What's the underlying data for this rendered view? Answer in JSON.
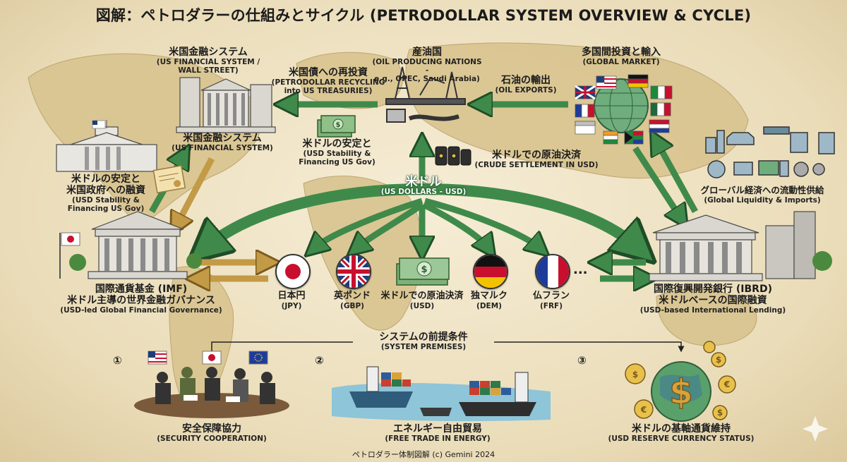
{
  "title": "図解：ペトロダラーの仕組みとサイクル (PETRODOLLAR SYSTEM OVERVIEW & CYCLE)",
  "nodes": {
    "us_fin_top": {
      "jp": "米国金融システム",
      "en1": "(US FINANCIAL SYSTEM /",
      "en2": "WALL STREET)"
    },
    "recycling": {
      "jp": "米国債への再投資",
      "en1": "(PETRODOLLAR RECYCLING",
      "en2": "into US TREASURIES)"
    },
    "producers": {
      "jp": "産油国",
      "en1": "(OIL PRODUCING NATIONS -",
      "en2": "e.g., OPEC, Saudi Arabia)"
    },
    "exports": {
      "jp": "石油の輸出",
      "en1": "(OIL EXPORTS)"
    },
    "global": {
      "jp": "多国間投資と輸入",
      "en1": "(GLOBAL MARKET)"
    },
    "us_fin_mid": {
      "jp": "米国金融システム",
      "en1": "(US FINANCIAL SYSTEM)"
    },
    "stability_mid": {
      "jp": "米ドルの安定と",
      "en1": "(USD Stability &",
      "en2": "Financing US Gov)"
    },
    "settlement": {
      "jp": "米ドルでの原油決済",
      "en1": "(CRUDE SETTLEMENT IN USD)"
    },
    "stability_left": {
      "jp1": "米ドルの安定と",
      "jp2": "米国政府への融資",
      "en1": "(USD Stability &",
      "en2": "Financing US Gov)"
    },
    "usd": {
      "jp": "米ドル",
      "en1": "(US DOLLARS - USD)"
    },
    "liquidity": {
      "jp": "グローバル経済への流動性供給",
      "en1": "(Global Liquidity & Imports)"
    },
    "imf": {
      "jp1": "国際通貨基金 (IMF)",
      "jp2": "米ドル主導の世界金融ガバナンス",
      "en1": "(USD-led Global Financial Governance)"
    },
    "ibrd": {
      "jp1": "国際復興開発銀行 (IBRD)",
      "jp2": "米ドルベースの国際融資",
      "en1": "(USD-based International Lending)"
    }
  },
  "currencies": [
    {
      "jp": "日本円",
      "en": "(JPY)"
    },
    {
      "jp": "英ポンド",
      "en": "(GBP)"
    },
    {
      "jp": "米ドルでの原油決済",
      "en": "(USD)"
    },
    {
      "jp": "独マルク",
      "en": "(DEM)"
    },
    {
      "jp": "仏フラン",
      "en": "(FRF)"
    }
  ],
  "ellipsis": "...",
  "premises": {
    "jp": "システムの前提条件",
    "en": "(SYSTEM PREMISES)",
    "items": [
      {
        "num": "①",
        "jp": "安全保障協力",
        "en": "(SECURITY COOPERATION)"
      },
      {
        "num": "②",
        "jp": "エネルギー自由貿易",
        "en": "(FREE TRADE IN ENERGY)"
      },
      {
        "num": "③",
        "jp": "米ドルの基軸通貨維持",
        "en": "(USD RESERVE CURRENCY STATUS)"
      }
    ]
  },
  "footer": "ペトロダラー体制図解 (c) Gemini 2024",
  "colors": {
    "arrow_green": "#3f8a4a",
    "arrow_gold": "#b8903a",
    "land": "#d8c38e",
    "background": "#efe3c6"
  }
}
